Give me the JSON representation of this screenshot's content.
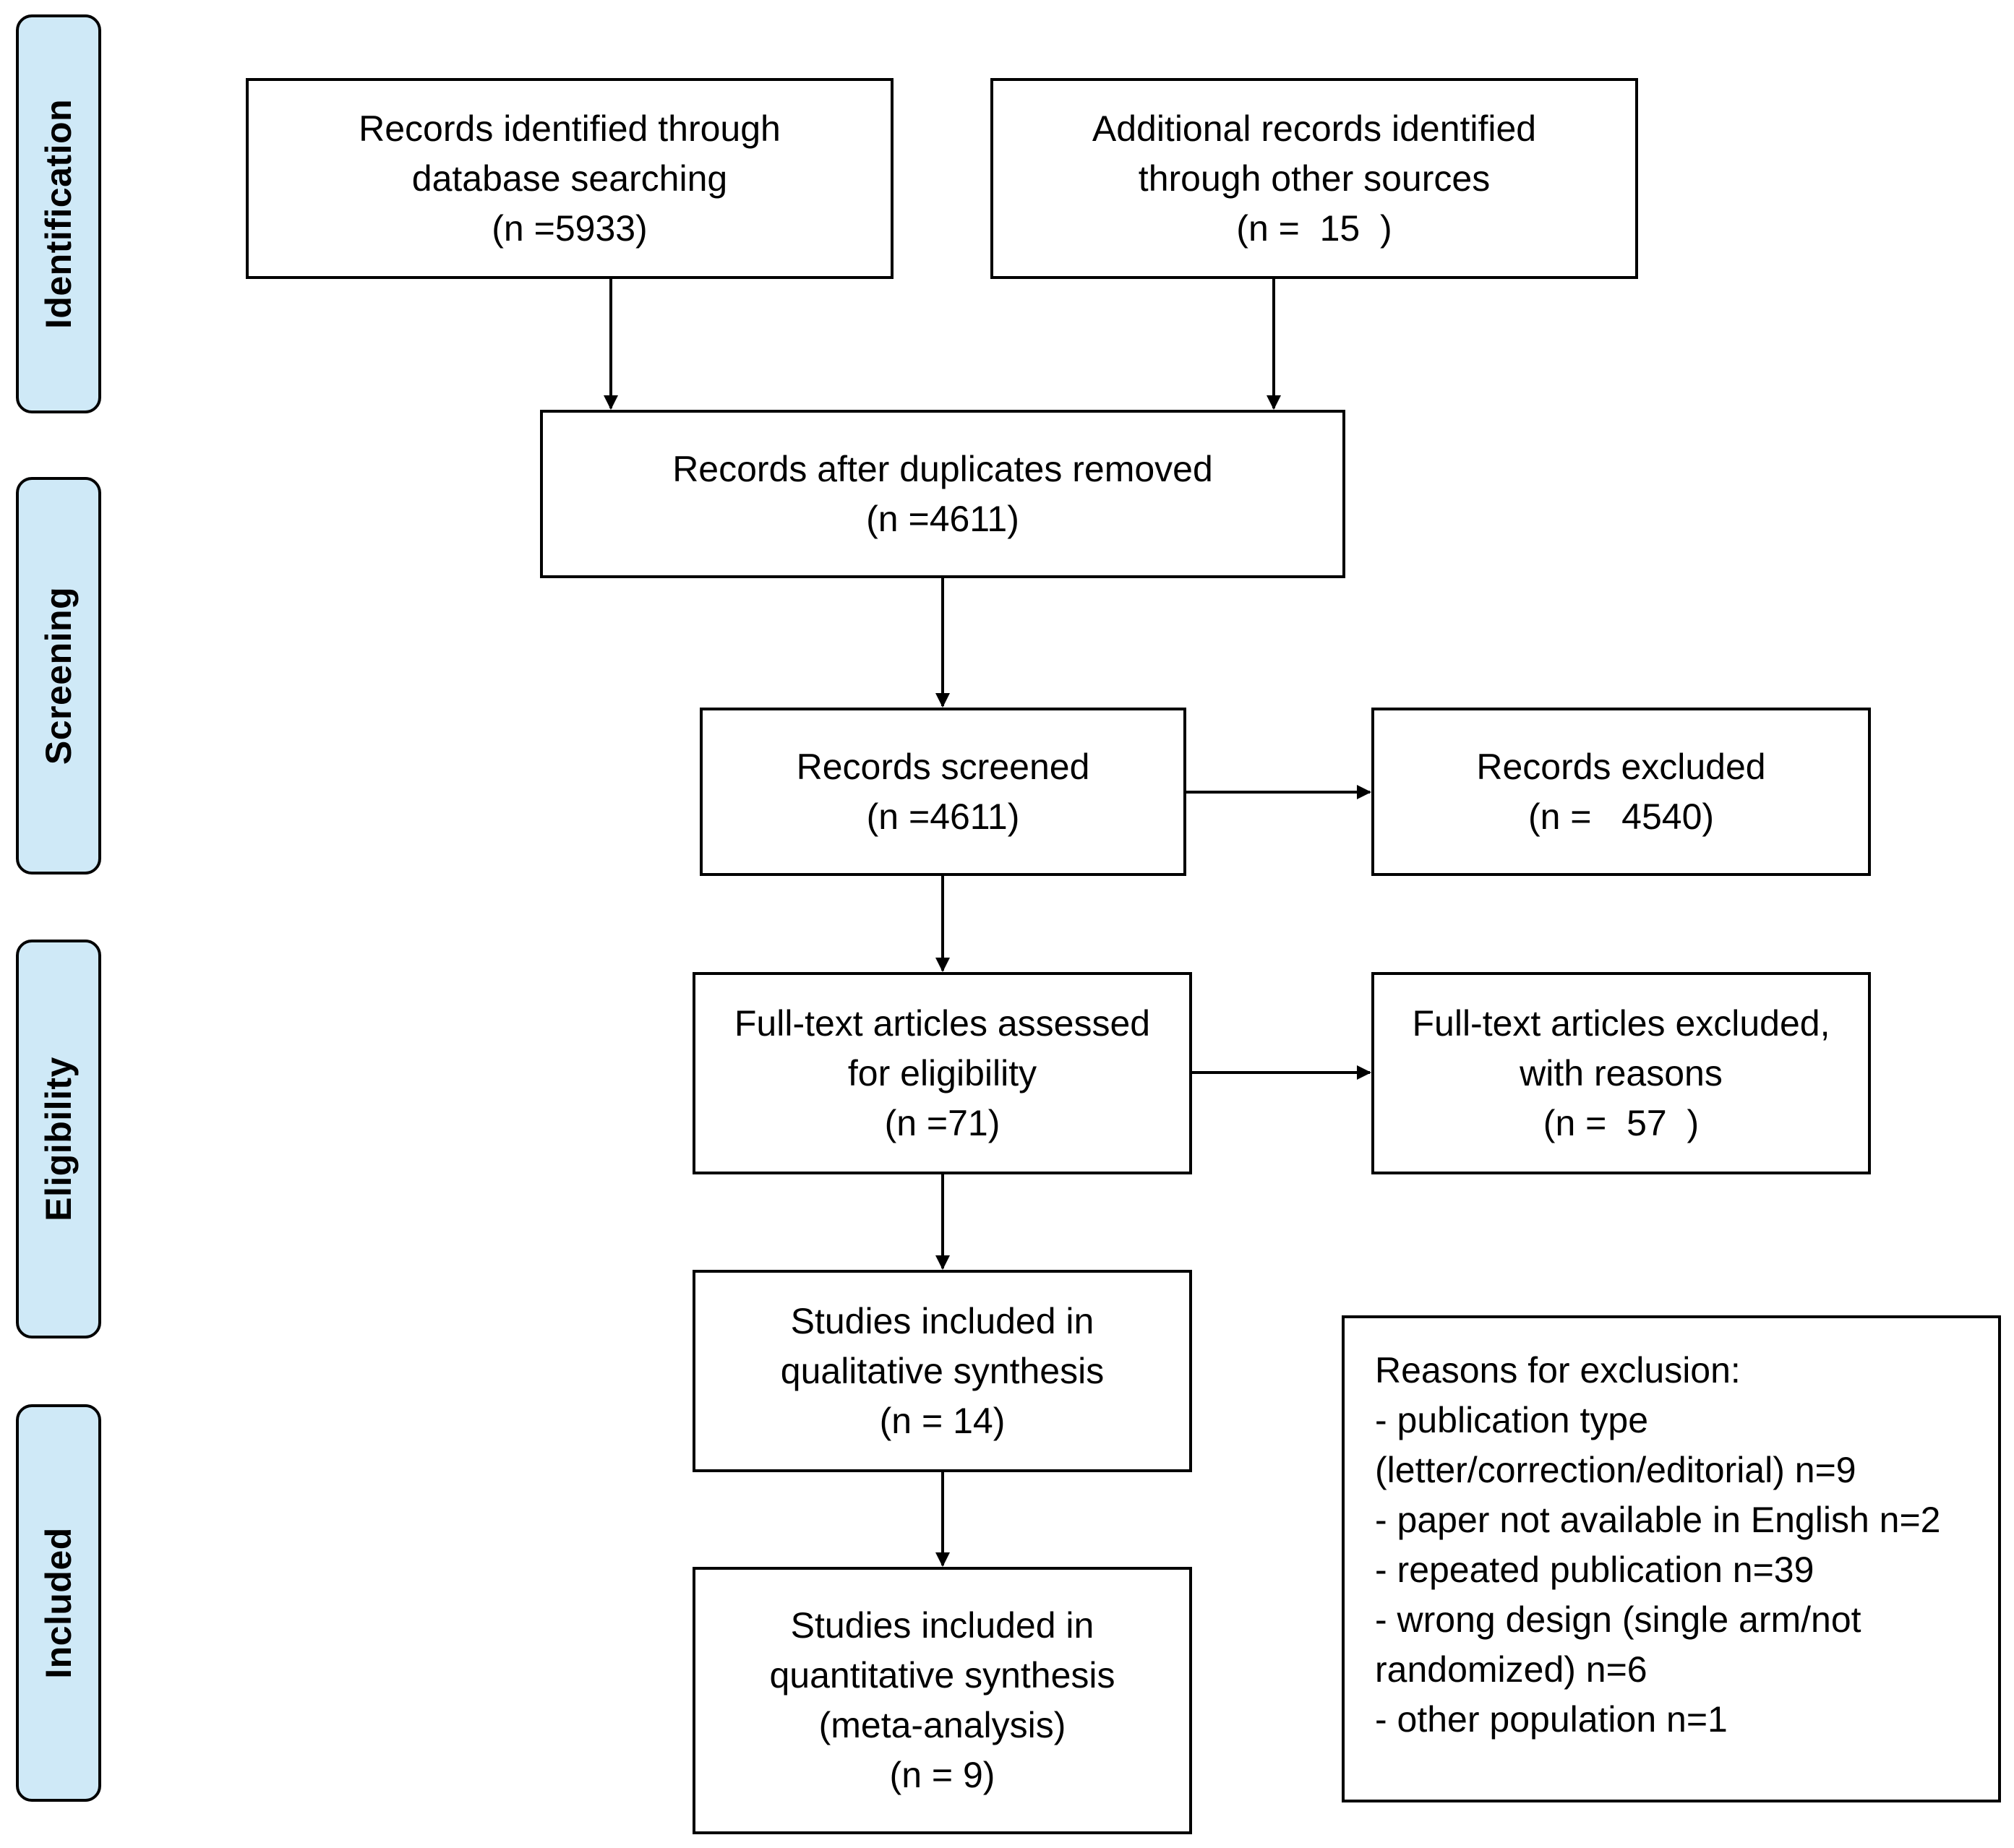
{
  "phases": {
    "identification": "Identification",
    "screening": "Screening",
    "eligibility": "Eligibility",
    "included": "Included"
  },
  "boxes": {
    "database": {
      "line1": "Records identified through",
      "line2": "database searching",
      "line3": "(n =5933)"
    },
    "other_sources": {
      "line1": "Additional records identified",
      "line2": "through other sources",
      "line3": "(n =  15  )"
    },
    "duplicates_removed": {
      "line1": "Records after duplicates removed",
      "line2": "(n =4611)"
    },
    "screened": {
      "line1": "Records screened",
      "line2": "(n =4611)"
    },
    "excluded": {
      "line1": "Records excluded",
      "line2": "(n =   4540)"
    },
    "fulltext_assessed": {
      "line1": "Full-text articles assessed",
      "line2": "for eligibility",
      "line3": "(n =71)"
    },
    "fulltext_excluded": {
      "line1": "Full-text articles excluded,",
      "line2": "with reasons",
      "line3": "(n =  57  )"
    },
    "qualitative": {
      "line1": "Studies included in",
      "line2": "qualitative synthesis",
      "line3": "(n = 14)"
    },
    "quantitative": {
      "line1": "Studies included in",
      "line2": "quantitative synthesis",
      "line3": "(meta-analysis)",
      "line4": "(n = 9)"
    }
  },
  "reasons": {
    "title": "Reasons for exclusion:",
    "lines": [
      "- publication type",
      "(letter/correction/editorial) n=9",
      "- paper not available in English n=2",
      "- repeated publication n=39",
      "- wrong design (single arm/not",
      "randomized) n=6",
      "- other population n=1"
    ]
  },
  "colors": {
    "phase_fill": "#cfe9f7",
    "border": "#000000"
  }
}
